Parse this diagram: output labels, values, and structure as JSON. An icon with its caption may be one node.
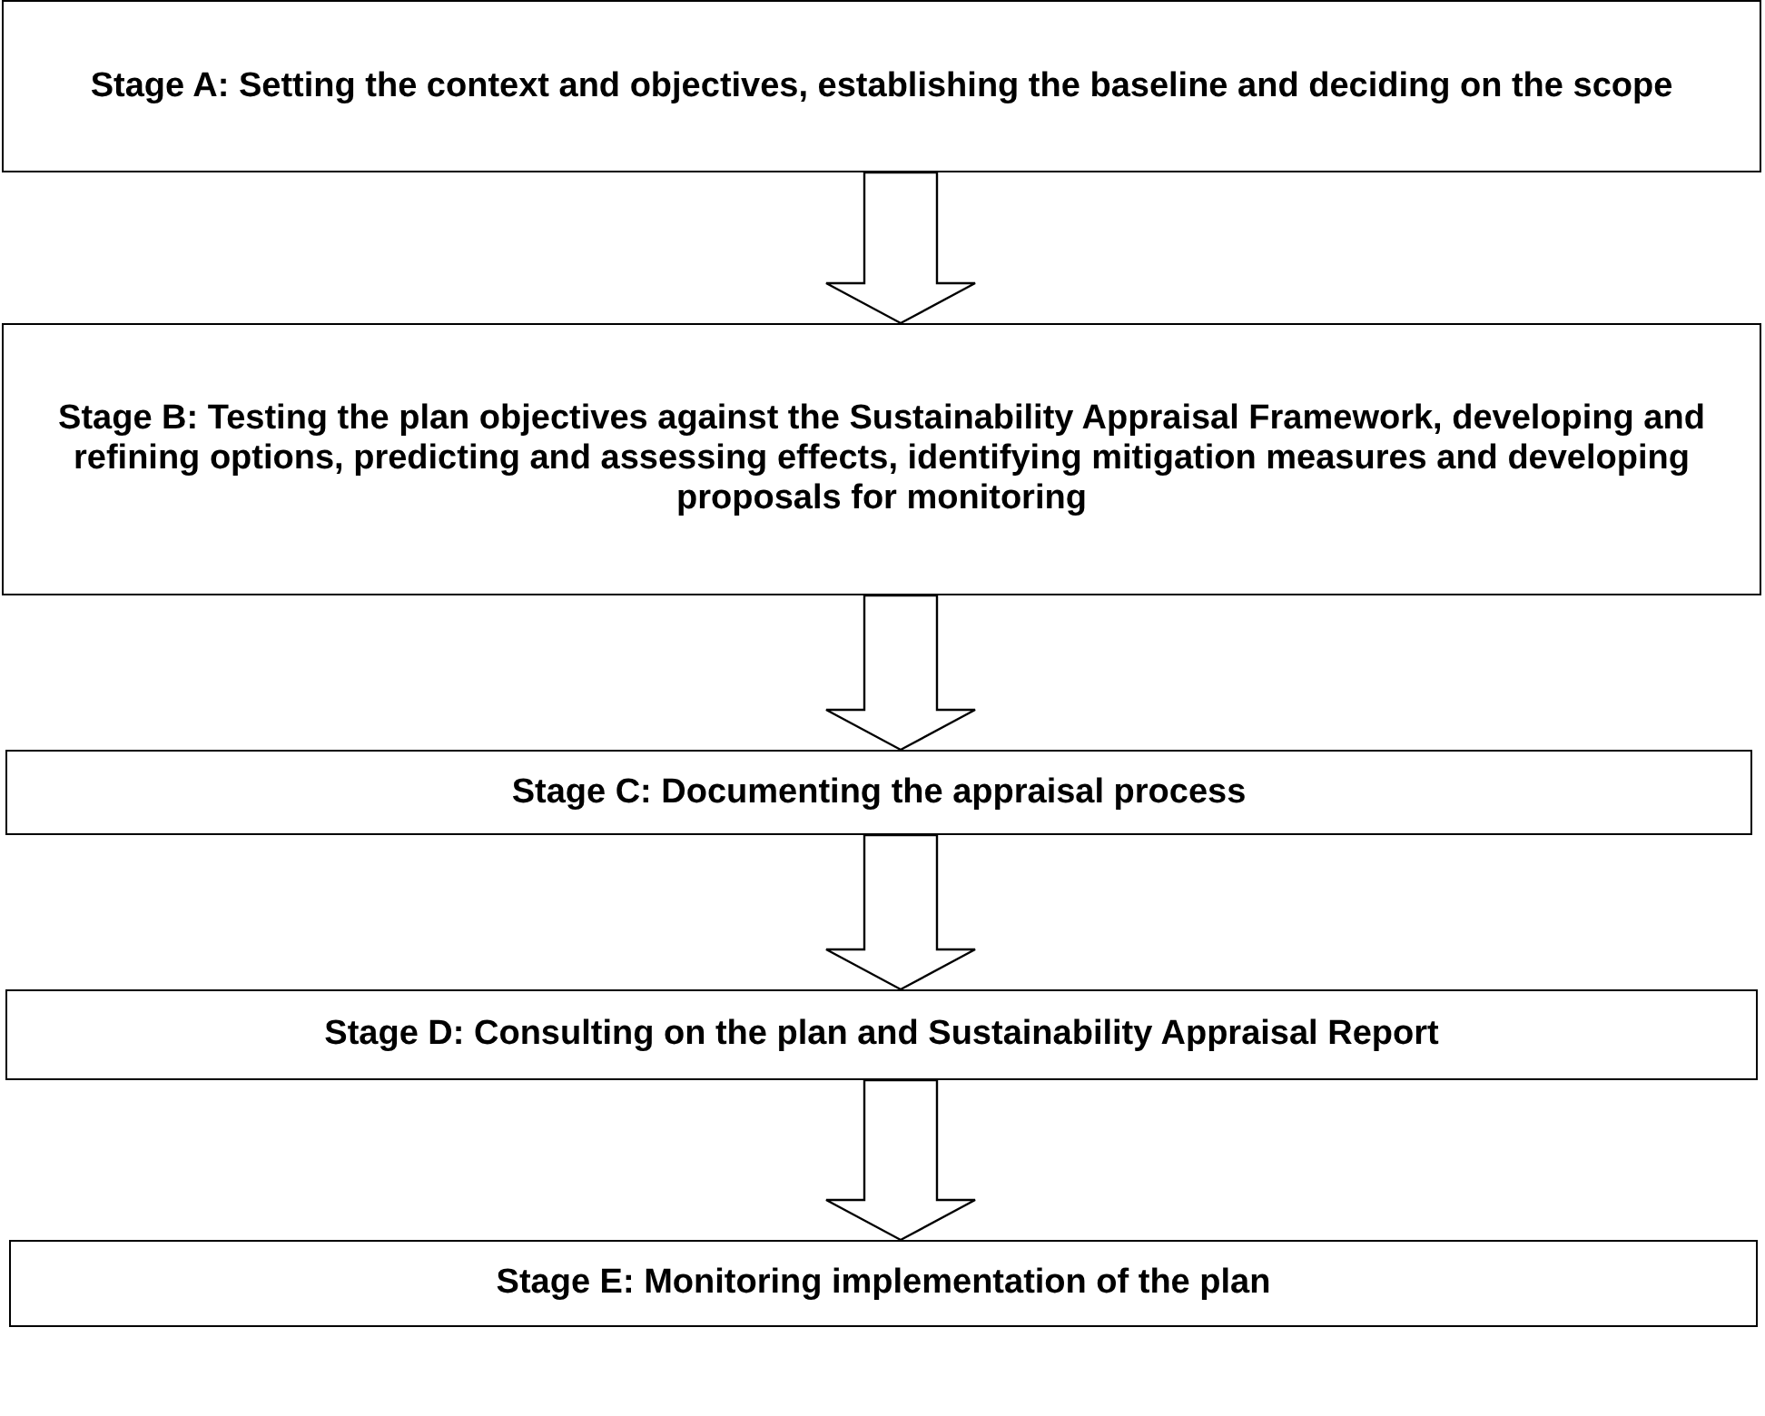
{
  "diagram": {
    "nodes": [
      {
        "text": [
          "Stage A: Setting the context and objectives, establishing the baseline and deciding on the scope"
        ]
      },
      {
        "text": [
          "Stage B: Testing the plan objectives against the Sustainability Appraisal Framework, developing and refining options, predicting and assessing effects, identifying mitigation measures and developing proposals for monitoring"
        ]
      },
      {
        "text": [
          "Stage C: Documenting the appraisal process"
        ]
      },
      {
        "text": [
          "Stage D: Consulting on the plan and Sustainability Appraisal Report"
        ]
      },
      {
        "text": [
          "Stage E: Monitoring implementation of the plan"
        ]
      }
    ],
    "edges": [
      {
        "from": 0,
        "to": 1,
        "arrow": "to"
      },
      {
        "from": 1,
        "to": 2,
        "arrow": "to"
      },
      {
        "from": 2,
        "to": 3,
        "arrow": "to"
      },
      {
        "from": 3,
        "to": 4,
        "arrow": "to"
      }
    ]
  }
}
